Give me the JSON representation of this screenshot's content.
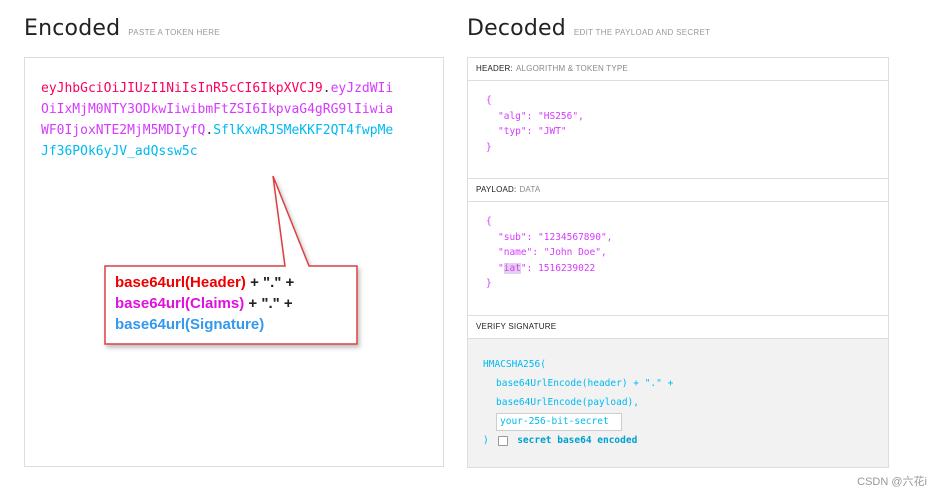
{
  "encoded": {
    "title": "Encoded",
    "subtitle": "PASTE A TOKEN HERE",
    "token": {
      "header": "eyJhbGciOiJIUzI1NiIsInR5cCI6IkpXVCJ9",
      "dot1": ".",
      "payload": "eyJzdWIiOiIxMjM0NTY3ODkwIiwibmFtZSI6IkpvaG4gRG9lIiwiaWF0IjoxNTE2MjM5MDIyfQ",
      "dot2": ".",
      "signature": "SflKxwRJSMeKKF2QT4fwpMeJf36POk6yJV_adQssw5c"
    }
  },
  "callout": {
    "line1_a": "base64url(Header)",
    "line1_b": " + \".\" +",
    "line2_a": "base64url(Claims)",
    "line2_b": " + \".\" +",
    "line3": "base64url(Signature)"
  },
  "decoded": {
    "title": "Decoded",
    "subtitle": "EDIT THE PAYLOAD AND SECRET",
    "header": {
      "label": "HEADER:",
      "sublabel": "ALGORITHM & TOKEN TYPE",
      "open": "{",
      "alg_line": "\"alg\": \"HS256\",",
      "typ_line": "\"typ\": \"JWT\"",
      "close": "}"
    },
    "payload": {
      "label": "PAYLOAD:",
      "sublabel": "DATA",
      "open": "{",
      "sub_line": "\"sub\": \"1234567890\",",
      "name_line": "\"name\": \"John Doe\",",
      "iat_q1": "\"",
      "iat_key": "iat",
      "iat_rest": "\": 1516239022",
      "close": "}"
    },
    "verify": {
      "label": "VERIFY SIGNATURE",
      "line1": "HMACSHA256(",
      "line2": "base64UrlEncode(header) + \".\" +",
      "line3": "base64UrlEncode(payload),",
      "secret_placeholder": "your-256-bit-secret",
      "close": ")",
      "checkbox_label": "secret base64 encoded"
    }
  },
  "watermark": "CSDN @六花i"
}
